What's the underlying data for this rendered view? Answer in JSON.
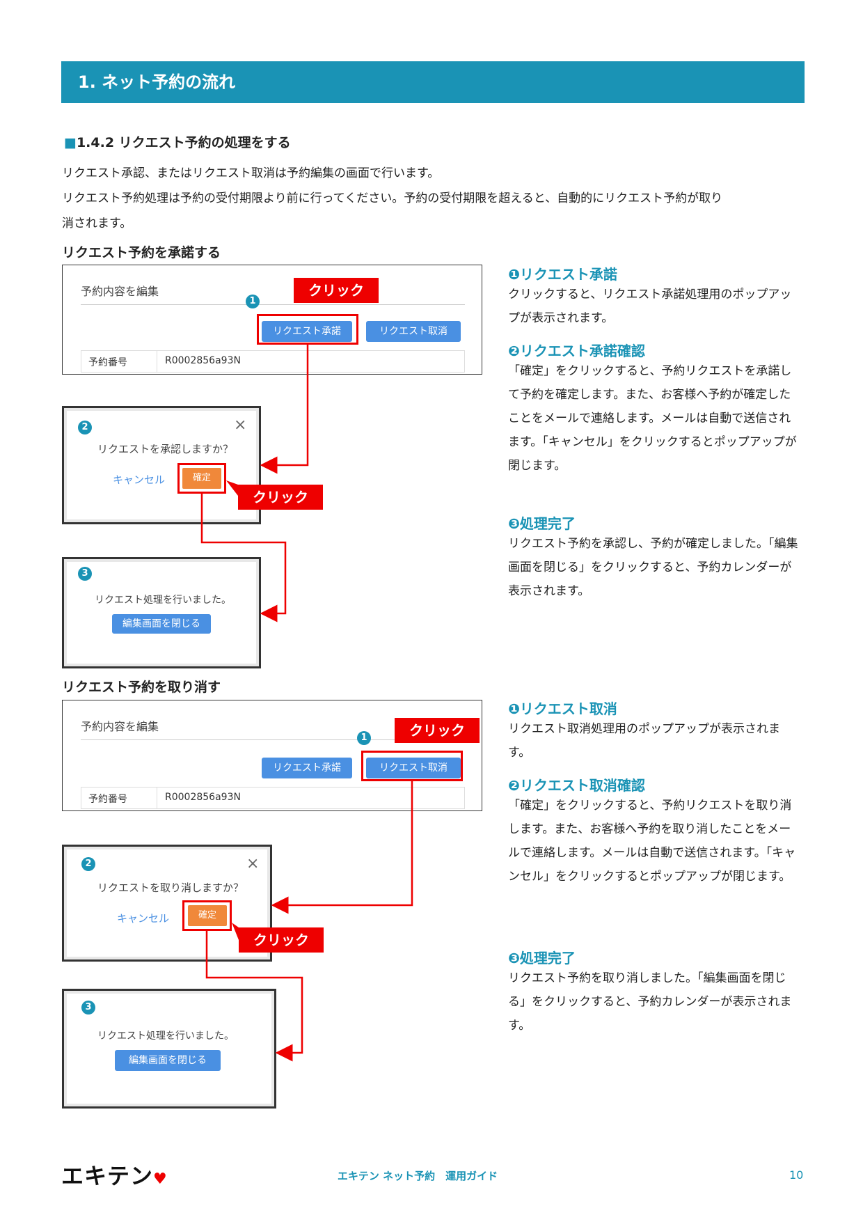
{
  "banner": {
    "title": "1. ネット予約の流れ"
  },
  "section": {
    "marker": "■",
    "title": "1.4.2 リクエスト予約の処理をする",
    "intro1": "リクエスト承認、またはリクエスト取消は予約編集の画面で行います。",
    "intro2": "リクエスト予約処理は予約の受付期限より前に行ってください。予約の受付期限を超えると、自動的にリクエスト予約が取り",
    "intro3": "消されます。"
  },
  "approve": {
    "title": "リクエスト予約を承諾する",
    "screen": {
      "edit_title": "予約内容を編集",
      "approve_btn": "リクエスト承諾",
      "cancel_btn": "リクエスト取消",
      "resv_label": "予約番号",
      "resv_value": "R0002856a93N"
    },
    "popup": {
      "question": "リクエストを承認しますか？",
      "cancel": "キャンセル",
      "confirm": "確定",
      "close": "×"
    },
    "done": {
      "message": "リクエスト処理を行いました。",
      "close_btn": "編集画面を閉じる"
    },
    "click_label": "クリック",
    "desc": [
      {
        "heading": "❶リクエスト承諾",
        "text": "クリックすると、リクエスト承諾処理用のポップアップが表示されます。"
      },
      {
        "heading": "❷リクエスト承諾確認",
        "text": "「確定」をクリックすると、予約リクエストを承諾して予約を確定します。また、お客様へ予約が確定したことをメールで連絡します。メールは自動で送信されます。「キャンセル」をクリックするとポップアップが閉じます。"
      },
      {
        "heading": "❸処理完了",
        "text": "リクエスト予約を承認し、予約が確定しました。「編集画面を閉じる」をクリックすると、予約カレンダーが表示されます。"
      }
    ]
  },
  "cancel": {
    "title": "リクエスト予約を取り消す",
    "screen": {
      "edit_title": "予約内容を編集",
      "approve_btn": "リクエスト承諾",
      "cancel_btn": "リクエスト取消",
      "resv_label": "予約番号",
      "resv_value": "R0002856a93N"
    },
    "popup": {
      "question": "リクエストを取り消しますか？",
      "cancel": "キャンセル",
      "confirm": "確定",
      "close": "×"
    },
    "done": {
      "message": "リクエスト処理を行いました。",
      "close_btn": "編集画面を閉じる"
    },
    "click_label": "クリック",
    "desc": [
      {
        "heading": "❶リクエスト取消",
        "text": "リクエスト取消処理用のポップアップが表示されます。"
      },
      {
        "heading": "❷リクエスト取消確認",
        "text": "「確定」をクリックすると、予約リクエストを取り消します。また、お客様へ予約を取り消したことをメールで連絡します。メールは自動で送信されます。「キャンセル」をクリックするとポップアップが閉じます。"
      },
      {
        "heading": "❸処理完了",
        "text": "リクエスト予約を取り消しました。「編集画面を閉じる」をクリックすると、予約カレンダーが表示されます。"
      }
    ]
  },
  "numbers": {
    "one": "1",
    "two": "2",
    "three": "3"
  },
  "footer": {
    "logo": "エキテン",
    "center": "エキテン ネット予約　運用ガイド",
    "page": "10"
  },
  "colors": {
    "accent": "#1a93b5",
    "red": "#e00000",
    "button_blue": "#4a90e2",
    "button_orange": "#f0883a"
  }
}
